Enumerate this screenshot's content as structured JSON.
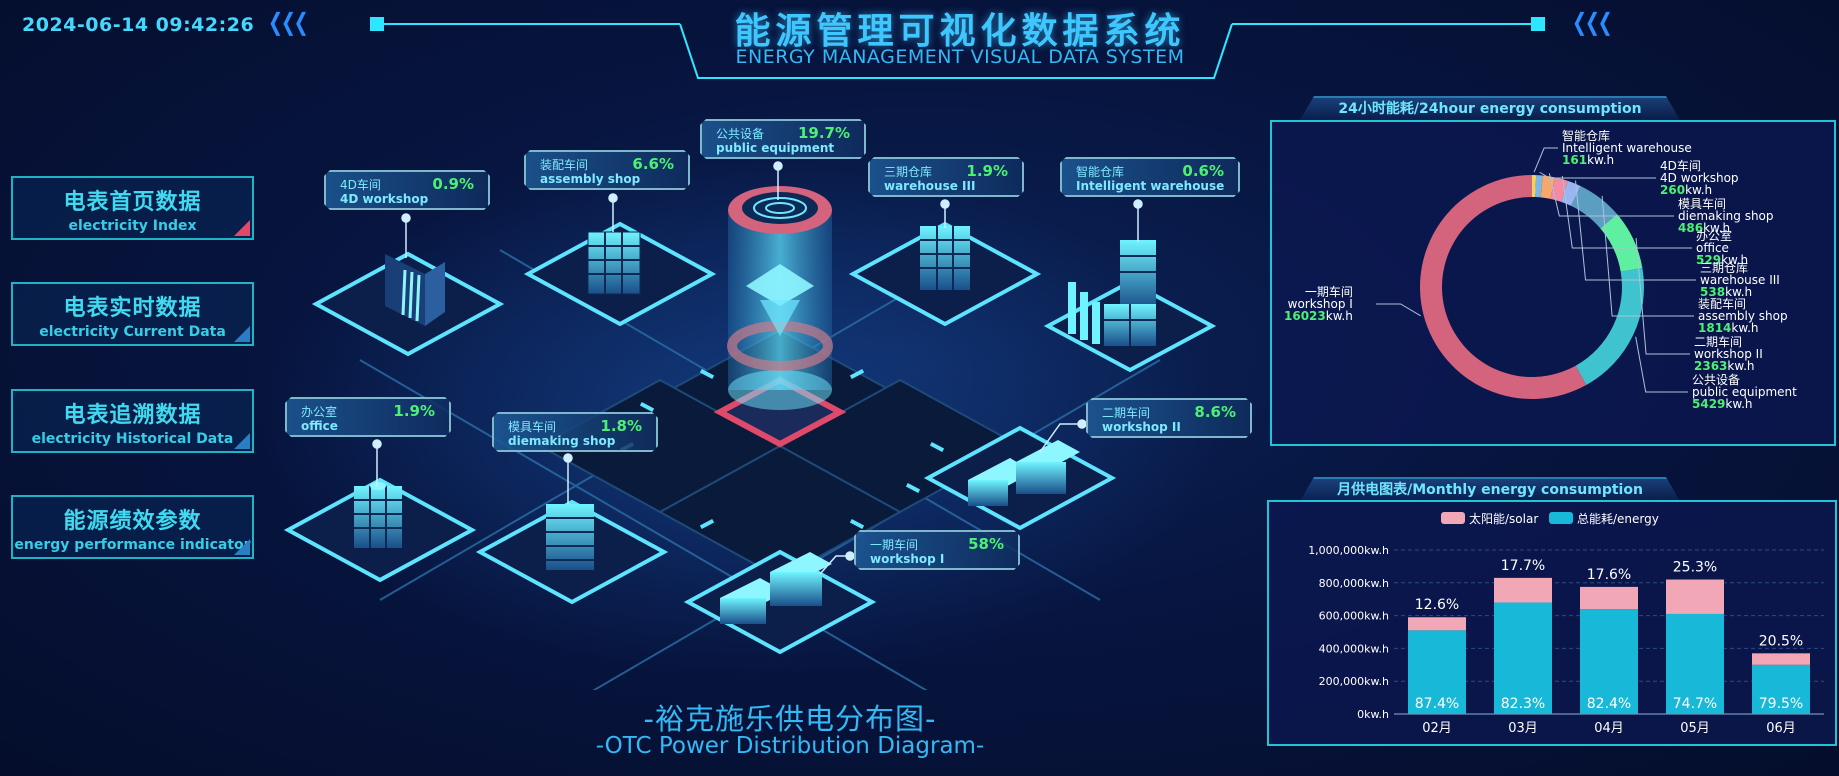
{
  "header": {
    "datetime": "2024-06-14 09:42:26",
    "title_cn": "能源管理可视化数据系统",
    "title_en": "ENERGY MANAGEMENT VISUAL DATA SYSTEM"
  },
  "nav": [
    {
      "cn": "电表首页数据",
      "en": "electricity Index"
    },
    {
      "cn": "电表实时数据",
      "en": "electricity Current Data"
    },
    {
      "cn": "电表追溯数据",
      "en": "electricity Historical Data"
    },
    {
      "cn": "能源绩效参数",
      "en": "energy performance indicator"
    }
  ],
  "map": {
    "title_cn": "-裕克施乐供电分布图-",
    "title_en": "-OTC Power Distribution Diagram-",
    "tags": [
      {
        "cn": "4D车间",
        "en": "4D workshop",
        "pct": "0.9%"
      },
      {
        "cn": "装配车间",
        "en": "assembly shop",
        "pct": "6.6%"
      },
      {
        "cn": "公共设备",
        "en": "public equipment",
        "pct": "19.7%"
      },
      {
        "cn": "三期仓库",
        "en": "warehouse III",
        "pct": "1.9%"
      },
      {
        "cn": "智能仓库",
        "en": "Intelligent warehouse",
        "pct": "0.6%"
      },
      {
        "cn": "办公室",
        "en": "office",
        "pct": "1.9%"
      },
      {
        "cn": "模具车间",
        "en": "diemaking shop",
        "pct": "1.8%"
      },
      {
        "cn": "二期车间",
        "en": "workshop II",
        "pct": "8.6%"
      },
      {
        "cn": "一期车间",
        "en": "workshop I",
        "pct": "58%"
      }
    ]
  },
  "donut_panel": {
    "title": "24小时能耗/24hour energy consumption",
    "unit": "kw.h",
    "colors": {
      "ring_main": "#d4637e",
      "accent": "#4cf075"
    }
  },
  "bar_panel": {
    "title": "月供电图表/Monthly energy consumption",
    "legend_solar": "太阳能/solar",
    "legend_energy": "总能耗/energy",
    "colors": {
      "solar": "#f2a7b7",
      "energy": "#17b8d8"
    }
  },
  "chart_data": [
    {
      "type": "pie",
      "title": "24小时能耗/24hour energy consumption",
      "unit": "kw.h",
      "slices": [
        {
          "cn": "智能仓库",
          "en": "Intelligent warehouse",
          "value": 161,
          "color": "#f2d35c"
        },
        {
          "cn": "4D车间",
          "en": "4D workshop",
          "value": 260,
          "color": "#7fb6e8"
        },
        {
          "cn": "模具车间",
          "en": "diemaking shop",
          "value": 486,
          "color": "#f5a86a"
        },
        {
          "cn": "办公室",
          "en": "office",
          "value": 529,
          "color": "#f48aa4"
        },
        {
          "cn": "三期仓库",
          "en": "warehouse III",
          "value": 538,
          "color": "#9ab6f0"
        },
        {
          "cn": "装配车间",
          "en": "assembly shop",
          "value": 1814,
          "color": "#5b9ec2"
        },
        {
          "cn": "二期车间",
          "en": "workshop II",
          "value": 2363,
          "color": "#5ef0a0"
        },
        {
          "cn": "公共设备",
          "en": "public equipment",
          "value": 5429,
          "color": "#3fc3cf"
        },
        {
          "cn": "一期车间",
          "en": "workshop I",
          "value": 16023,
          "color": "#d4637e"
        }
      ]
    },
    {
      "type": "bar",
      "title": "月供电图表/Monthly energy consumption",
      "categories": [
        "02月",
        "03月",
        "04月",
        "05月",
        "06月"
      ],
      "ylim": [
        0,
        1000000
      ],
      "yticks": [
        "0kw.h",
        "200,000kw.h",
        "400,000kw.h",
        "600,000kw.h",
        "800,000kw.h",
        "1,000,000kw.h"
      ],
      "series": [
        {
          "name": "总能耗/energy",
          "values": [
            510000,
            680000,
            640000,
            610000,
            300000
          ],
          "labels": [
            "87.4%",
            "82.3%",
            "82.4%",
            "74.7%",
            "79.5%"
          ]
        },
        {
          "name": "太阳能/solar",
          "values": [
            80000,
            150000,
            135000,
            210000,
            70000
          ],
          "labels": [
            "12.6%",
            "17.7%",
            "17.6%",
            "25.3%",
            "20.5%"
          ]
        }
      ]
    }
  ]
}
